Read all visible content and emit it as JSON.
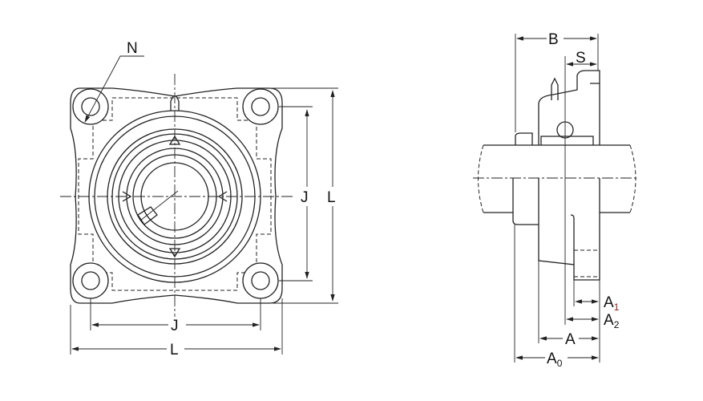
{
  "front_view": {
    "labels": {
      "thread": "N",
      "bolt_spacing_h": "J",
      "width_h": "L",
      "bolt_spacing_v": "J",
      "width_v": "L"
    }
  },
  "side_view": {
    "labels": {
      "B": "B",
      "S": "S",
      "A1": "A",
      "A1_sub": "1",
      "A2": "A",
      "A2_sub": "2",
      "A": "A",
      "A0": "A",
      "A0_sub": "0"
    }
  },
  "colors": {
    "line": "#222222",
    "subscript_1": "#8b1a1a"
  }
}
